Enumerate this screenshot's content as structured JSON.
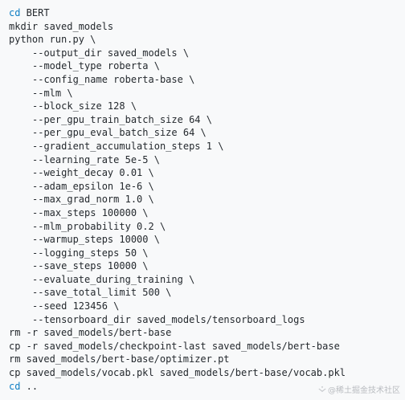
{
  "code": {
    "lines": [
      {
        "cmd": "cd",
        "text": " BERT",
        "indent": false
      },
      {
        "cmd": "",
        "text": "mkdir saved_models",
        "indent": false
      },
      {
        "cmd": "",
        "text": "python run.py \\",
        "indent": false
      },
      {
        "cmd": "",
        "text": "--output_dir saved_models \\",
        "indent": true
      },
      {
        "cmd": "",
        "text": "--model_type roberta \\",
        "indent": true
      },
      {
        "cmd": "",
        "text": "--config_name roberta-base \\",
        "indent": true
      },
      {
        "cmd": "",
        "text": "--mlm \\",
        "indent": true
      },
      {
        "cmd": "",
        "text": "--block_size 128 \\",
        "indent": true
      },
      {
        "cmd": "",
        "text": "--per_gpu_train_batch_size 64 \\",
        "indent": true
      },
      {
        "cmd": "",
        "text": "--per_gpu_eval_batch_size 64 \\",
        "indent": true
      },
      {
        "cmd": "",
        "text": "--gradient_accumulation_steps 1 \\",
        "indent": true
      },
      {
        "cmd": "",
        "text": "--learning_rate 5e-5 \\",
        "indent": true
      },
      {
        "cmd": "",
        "text": "--weight_decay 0.01 \\",
        "indent": true
      },
      {
        "cmd": "",
        "text": "--adam_epsilon 1e-6 \\",
        "indent": true
      },
      {
        "cmd": "",
        "text": "--max_grad_norm 1.0 \\",
        "indent": true
      },
      {
        "cmd": "",
        "text": "--max_steps 100000 \\",
        "indent": true
      },
      {
        "cmd": "",
        "text": "--mlm_probability 0.2 \\",
        "indent": true
      },
      {
        "cmd": "",
        "text": "--warmup_steps 10000 \\",
        "indent": true
      },
      {
        "cmd": "",
        "text": "--logging_steps 50 \\",
        "indent": true
      },
      {
        "cmd": "",
        "text": "--save_steps 10000 \\",
        "indent": true
      },
      {
        "cmd": "",
        "text": "--evaluate_during_training \\",
        "indent": true
      },
      {
        "cmd": "",
        "text": "--save_total_limit 500 \\",
        "indent": true
      },
      {
        "cmd": "",
        "text": "--seed 123456 \\",
        "indent": true
      },
      {
        "cmd": "",
        "text": "--tensorboard_dir saved_models/tensorboard_logs",
        "indent": true
      },
      {
        "cmd": "",
        "text": "rm -r saved_models/bert-base",
        "indent": false
      },
      {
        "cmd": "",
        "text": "cp -r saved_models/checkpoint-last saved_models/bert-base",
        "indent": false
      },
      {
        "cmd": "",
        "text": "rm saved_models/bert-base/optimizer.pt",
        "indent": false
      },
      {
        "cmd": "",
        "text": "cp saved_models/vocab.pkl saved_models/bert-base/vocab.pkl",
        "indent": false
      },
      {
        "cmd": "cd",
        "text": " ..",
        "indent": false
      }
    ]
  },
  "watermark": {
    "text": "@稀土掘金技术社区",
    "icon": "juejin-logo-icon"
  },
  "colors": {
    "keyword": "#0e7ec4",
    "text": "#24292e",
    "background": "#f8f9fa"
  }
}
